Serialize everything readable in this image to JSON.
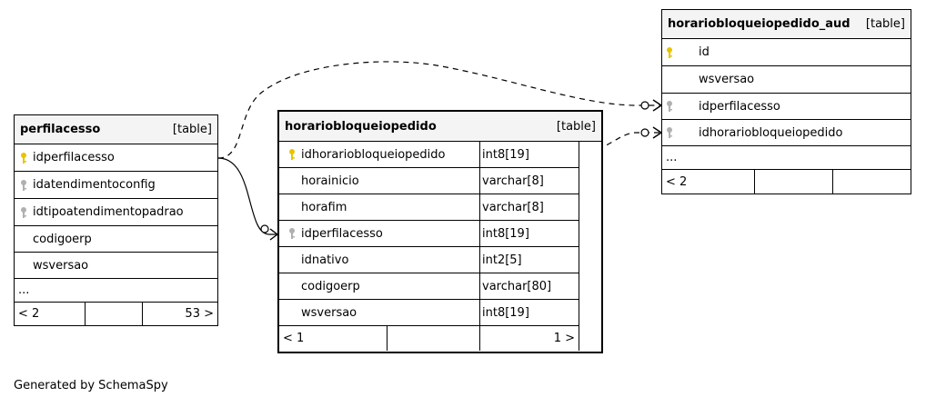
{
  "tables": {
    "perfilacesso": {
      "name": "perfilacesso",
      "kind": "[table]",
      "columns": [
        {
          "name": "idperfilacesso",
          "key": "primary"
        },
        {
          "name": "idatendimentoconfig",
          "key": "foreign"
        },
        {
          "name": "idtipoatendimentopadrao",
          "key": "foreign"
        },
        {
          "name": "codigoerp",
          "key": ""
        },
        {
          "name": "wsversao",
          "key": ""
        }
      ],
      "more": "...",
      "footer": {
        "parents": "< 2",
        "children": "53 >"
      }
    },
    "horariobloqueiopedido": {
      "name": "horariobloqueiopedido",
      "kind": "[table]",
      "columns": [
        {
          "name": "idhorariobloqueiopedido",
          "type": "int8[19]",
          "key": "primary"
        },
        {
          "name": "horainicio",
          "type": "varchar[8]",
          "key": ""
        },
        {
          "name": "horafim",
          "type": "varchar[8]",
          "key": ""
        },
        {
          "name": "idperfilacesso",
          "type": "int8[19]",
          "key": "foreign"
        },
        {
          "name": "idnativo",
          "type": "int2[5]",
          "key": ""
        },
        {
          "name": "codigoerp",
          "type": "varchar[80]",
          "key": ""
        },
        {
          "name": "wsversao",
          "type": "int8[19]",
          "key": ""
        }
      ],
      "footer": {
        "parents": "< 1",
        "children": "1 >"
      }
    },
    "horariobloqueiopedido_aud": {
      "name": "horariobloqueiopedido_aud",
      "kind": "[table]",
      "columns": [
        {
          "name": "id",
          "key": "primary"
        },
        {
          "name": "wsversao",
          "key": ""
        },
        {
          "name": "idperfilacesso",
          "key": "foreign"
        },
        {
          "name": "idhorariobloqueiopedido",
          "key": "foreign"
        }
      ],
      "more": "...",
      "footer": {
        "parents": "< 2",
        "children": ""
      }
    }
  },
  "generated_by": "Generated by SchemaSpy",
  "colors": {
    "primary_key": "#e8c400",
    "foreign_key": "#b0b0b0",
    "header_bg": "#f4f4f4"
  }
}
